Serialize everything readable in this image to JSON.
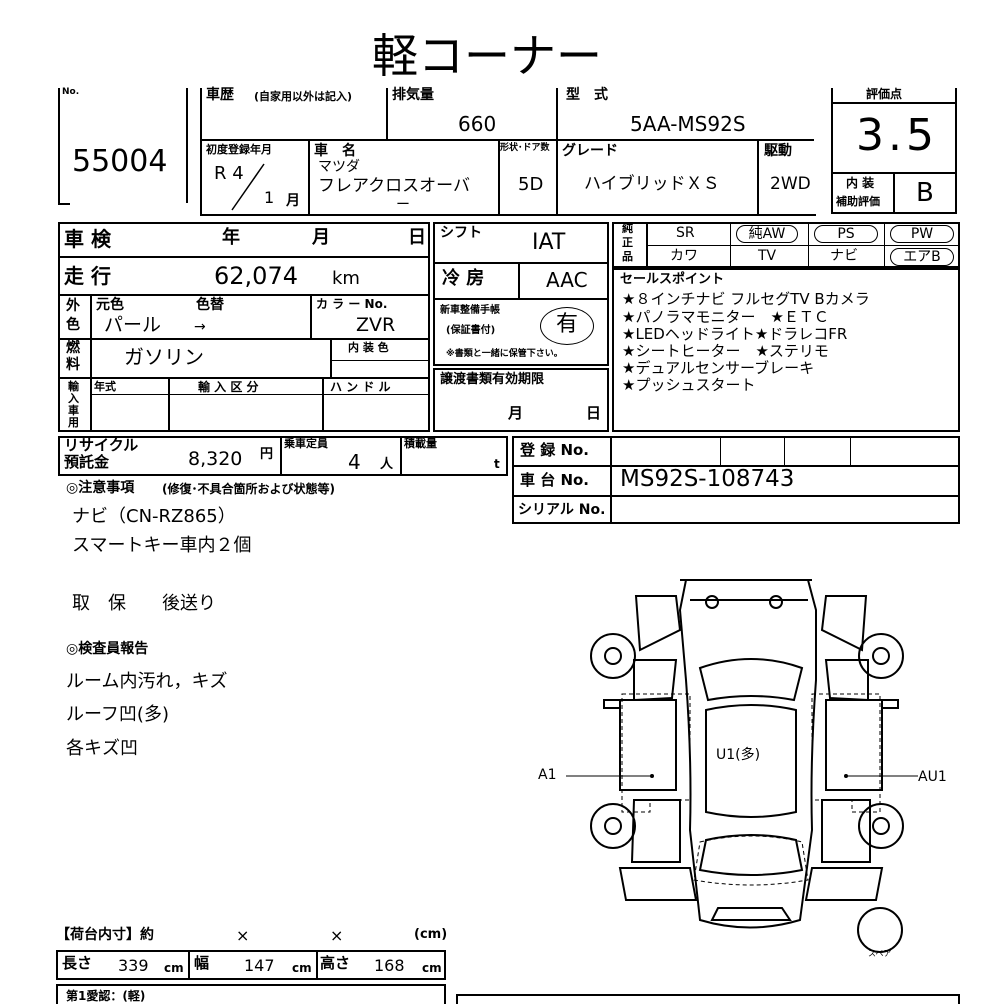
{
  "title": "軽コーナー",
  "lot": {
    "label": "No.",
    "number": "55004"
  },
  "header": {
    "history_label": "車歴",
    "history_note": "(自家用以外は記入)",
    "displacement_label": "排気量",
    "displacement": "660",
    "model_label": "型　式",
    "model": "5AA-MS92S",
    "score_label": "評価点",
    "score": "3.5",
    "first_reg_label": "初度登録年月",
    "first_reg_era": "R 4",
    "first_reg_month": "1",
    "first_reg_month_unit": "月",
    "car_name_label": "車　名",
    "car_maker": "マツダ",
    "car_name": "フレアクロスオーバ",
    "car_name_cont": "ー",
    "doors_label": "形状･ドア数",
    "doors": "5D",
    "grade_label": "グレード",
    "grade": "ハイブリッドＸＳ",
    "drive_label": "駆動",
    "drive": "2WD",
    "interior_label_1": "内 装",
    "interior_label_2": "補助評価",
    "interior_score": "B"
  },
  "details": {
    "inspection_label": "車 検",
    "year_unit": "年",
    "month_unit": "月",
    "day_unit": "日",
    "mileage_label": "走 行",
    "mileage": "62,074",
    "mileage_unit": "km",
    "exterior_label_1": "外",
    "exterior_label_2": "色",
    "original_color_label": "元色",
    "color_change_label": "色替",
    "original_color": "パール",
    "arrow": "→",
    "color_no_label": "カ ラ ー No.",
    "color_no": "ZVR",
    "interior_color_label": "内 装 色",
    "fuel_label_1": "燃",
    "fuel_label_2": "料",
    "fuel": "ガソリン",
    "import_label": [
      "輸",
      "入",
      "車",
      "用"
    ],
    "model_year_label": "年式",
    "import_type_label": "輸 入 区 分",
    "handle_label": "ハ ン ド ル",
    "shift_label": "シフト",
    "shift": "IAT",
    "ac_label": "冷 房",
    "ac": "AAC",
    "maintenance_label_1": "新車整備手帳",
    "maintenance_label_2": "(保証書付)",
    "maintenance_value": "有",
    "maintenance_note": "※書類と一緒に保管下さい。",
    "transfer_label": "譲渡書類有効期限",
    "recycle_label_1": "リサイクル",
    "recycle_label_2": "預託金",
    "recycle_amount": "8,320",
    "yen": "円",
    "capacity_label": "乗車定員",
    "capacity": "4",
    "person_unit": "人",
    "load_label": "積載量",
    "ton_unit": "t"
  },
  "equipment": {
    "label_1": "純",
    "label_2": "正",
    "label_3": "品",
    "row1": [
      "SR",
      "純AW",
      "PS",
      "PW"
    ],
    "row2": [
      "カワ",
      "TV",
      "ナビ",
      "エアB"
    ]
  },
  "sales_points": {
    "label": "セールスポイント",
    "lines": [
      "★８インチナビ フルセグTV Bカメラ",
      "★パノラマモニター　★ＥＴＣ",
      "★LEDヘッドライト★ドラレコFR",
      "★シートヒーター　★ステリモ",
      "★デュアルセンサーブレーキ",
      "★プッシュスタート"
    ]
  },
  "registration": {
    "reg_label": "登 録 No.",
    "chassis_label": "車 台 No.",
    "chassis": "MS92S-108743",
    "serial_label": "シリアル No."
  },
  "notes": {
    "caution_label": "◎注意事項",
    "caution_sub": "(修復･不具合箇所および状態等)",
    "caution_lines": [
      "ナビ（CN-RZ865）",
      "スマートキー車内２個"
    ],
    "manual_line": "取　保　　後送り",
    "inspector_label": "◎検査員報告",
    "inspector_lines": [
      "ルーム内汚れ，キズ",
      "ルーフ凹(多)",
      "各キズ凹"
    ]
  },
  "diagram": {
    "roof_mark": "U1(多)",
    "left_mark": "A1",
    "right_mark": "AU1",
    "spare_label": "スペア"
  },
  "cargo": {
    "label": "【荷台内寸】約",
    "times": "×",
    "unit": "(cm)",
    "length_label": "長さ",
    "length": "339",
    "width_label": "幅",
    "width": "147",
    "height_label": "高さ",
    "height": "168",
    "cm": "cm",
    "owner_label": "第1愛認：(軽)"
  }
}
